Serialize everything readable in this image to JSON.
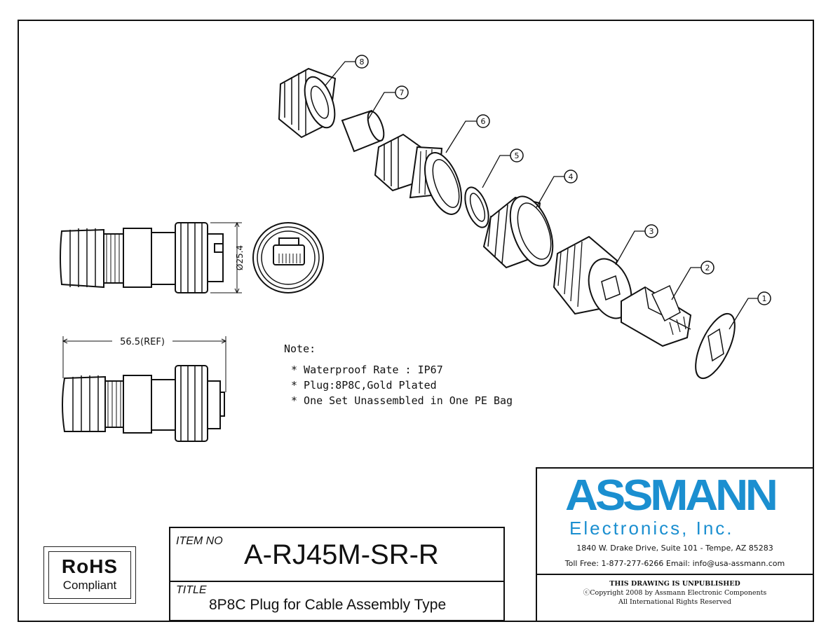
{
  "callouts": [
    "1",
    "2",
    "3",
    "4",
    "5",
    "6",
    "7",
    "8"
  ],
  "dimensions": {
    "diameter": "Ø25.4",
    "length": "56.5(REF)"
  },
  "note": {
    "heading": "Note:",
    "lines": [
      "*  Waterproof  Rate  :  IP67",
      "*  Plug:8P8C,Gold  Plated",
      "*  One  Set  Unassembled  in  One  PE  Bag"
    ]
  },
  "rohs": {
    "title": "RoHS",
    "subtitle": "Compliant"
  },
  "title_block": {
    "item_label": "ITEM NO",
    "item_value": "A-RJ45M-SR-R",
    "title_label": "TITLE",
    "title_value": "8P8C Plug for Cable Assembly Type"
  },
  "company": {
    "name": "ASSMANN",
    "subtitle": "Electronics, Inc.",
    "address": "1840 W. Drake Drive, Suite 101 - Tempe, AZ 85283",
    "contact": "Toll Free: 1-877-277-6266   Email: info@usa-assmann.com",
    "unpublished": "THIS DRAWING IS UNPUBLISHED",
    "copyright": "Copyright 2008 by Assmann Electronic Components",
    "rights": "All International Rights Reserved",
    "brand_color": "#1b8fd0"
  }
}
